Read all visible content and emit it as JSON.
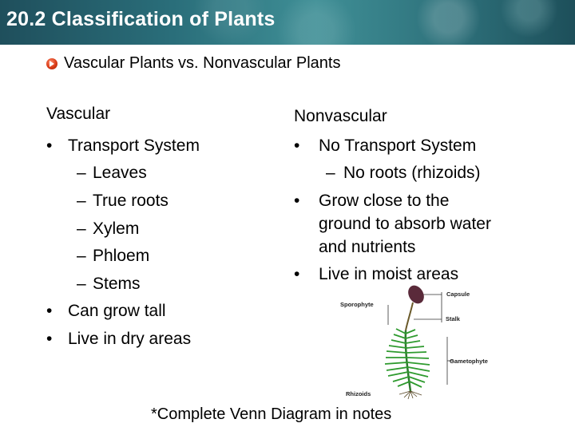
{
  "header": {
    "title": "20.2 Classification of Plants"
  },
  "subtitle": "Vascular Plants vs. Nonvascular Plants",
  "vascular": {
    "heading": "Vascular",
    "bullet1": "Transport System",
    "subitems": [
      "Leaves",
      "True roots",
      "Xylem",
      "Phloem",
      "Stems"
    ],
    "bullet2": "Can grow tall",
    "bullet3": "Live in dry areas"
  },
  "nonvascular": {
    "heading": "Nonvascular",
    "bullet1": "No Transport System",
    "subitem1": "No roots (rhizoids)",
    "bullet2_lines": [
      "Grow close to the",
      "ground to absorb water",
      "and nutrients"
    ],
    "bullet3": "Live in moist areas"
  },
  "figure": {
    "labels": {
      "sporophyte": "Sporophyte",
      "capsule": "Capsule",
      "stalk": "Stalk",
      "gametophyte": "Gametophyte",
      "rhizoids": "Rhizoids"
    }
  },
  "footer": "*Complete Venn Diagram in notes",
  "colors": {
    "header_bg": "#2a6e7a",
    "bullet_accent": "#d83a16",
    "moss_green": "#2e9a2e",
    "capsule": "#5a2a3a"
  }
}
